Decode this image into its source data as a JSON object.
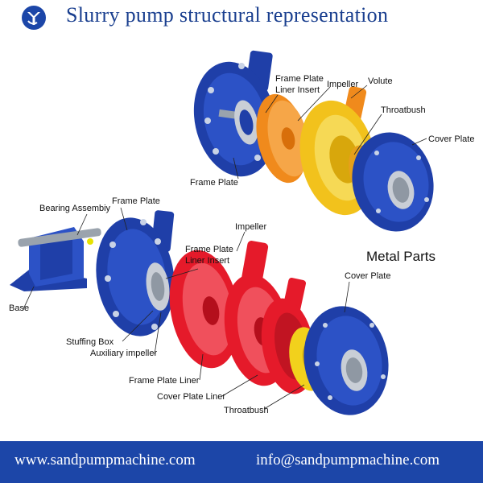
{
  "title": "Slurry pump structural representation",
  "labels": {
    "top": {
      "frame_plate_liner_insert": "Frame Plate\nLiner Insert",
      "impeller": "Impeller",
      "volute": "Volute",
      "throatbush": "Throatbush",
      "cover_plate": "Cover Plate",
      "frame_plate": "Frame Plate"
    },
    "bottom": {
      "bearing_assembly": "Bearing Assembiy",
      "frame_plate": "Frame Plate",
      "impeller": "Impeller",
      "frame_plate_liner_insert": "Frame Plate\nLiner Insert",
      "base": "Base",
      "stuffing_box": "Stuffing Box",
      "auxiliary_impeller": "Auxiliary impeller",
      "cover_plate": "Cover Plate",
      "frame_plate_liner": "Frame Plate Liner",
      "cover_plate_liner": "Cover Plate Liner",
      "throatbush": "Throatbush"
    },
    "metal_parts": "Metal Parts"
  },
  "footer": {
    "website": "www.sandpumpmachine.com",
    "email": "info@sandpumpmachine.com"
  },
  "colors": {
    "brand_blue": "#1c46a8",
    "part_blue": "#1f3fa8",
    "orange": "#f08a1c",
    "yellow": "#f2d11c",
    "red": "#e51a2a"
  }
}
